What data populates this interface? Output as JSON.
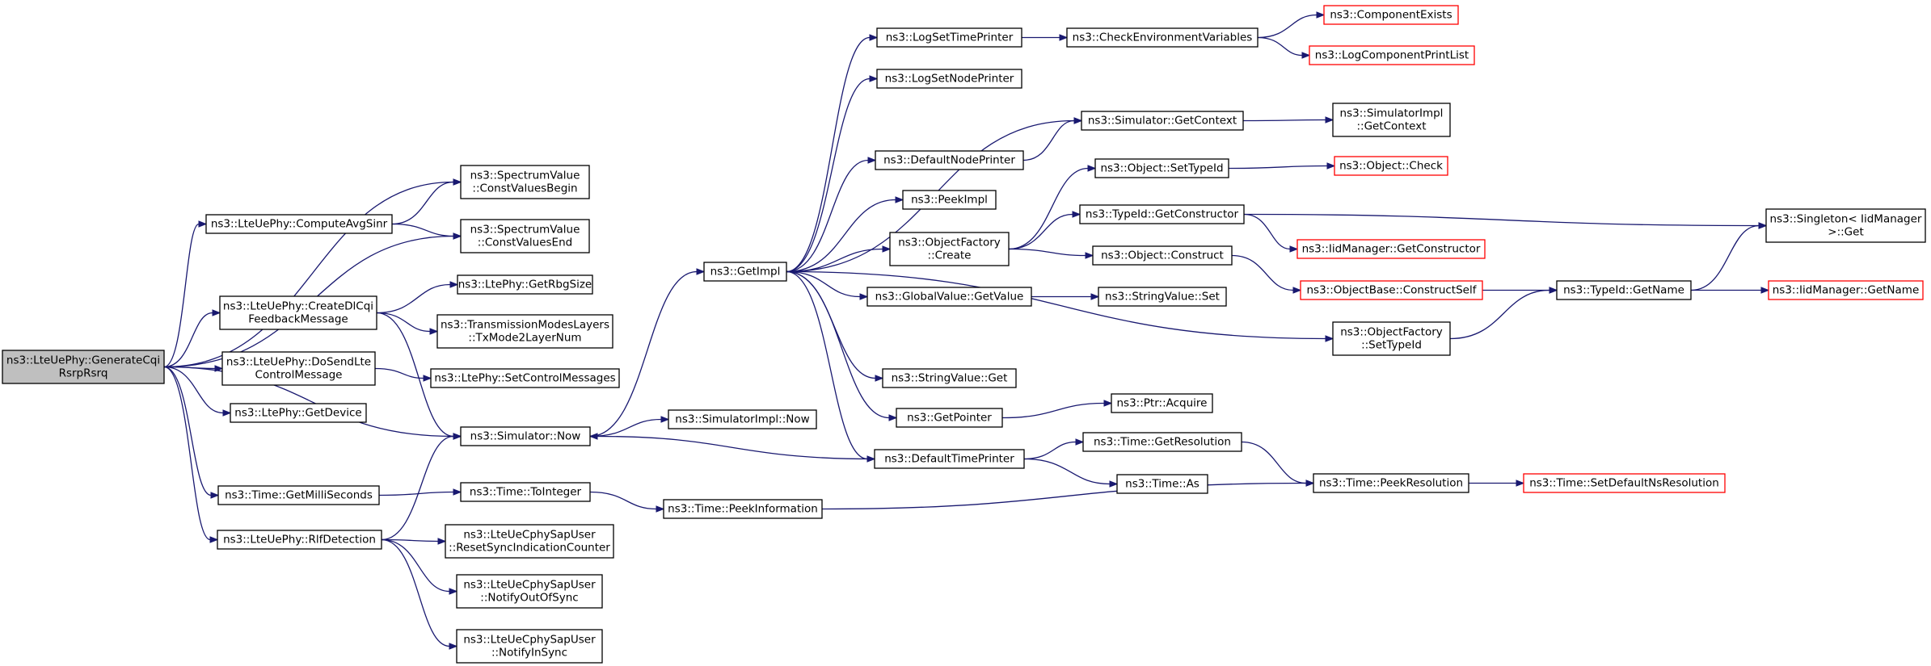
{
  "colors": {
    "edge": "#191970",
    "root_fill": "#bfbfbf",
    "node_border": "#000000",
    "truncated_border": "#ff0000",
    "background": "#ffffff"
  },
  "nodes": [
    {
      "id": "root",
      "lines": [
        "ns3::LteUePhy::GenerateCqi",
        "RsrpRsrq"
      ],
      "style": "root"
    },
    {
      "id": "sv_begin",
      "lines": [
        "ns3::SpectrumValue",
        "::ConstValuesBegin"
      ],
      "style": "normal"
    },
    {
      "id": "sv_end",
      "lines": [
        "ns3::SpectrumValue",
        "::ConstValuesEnd"
      ],
      "style": "normal"
    },
    {
      "id": "computeavgsinr",
      "lines": [
        "ns3::LteUePhy::ComputeAvgSinr"
      ],
      "style": "normal"
    },
    {
      "id": "createdlcqi",
      "lines": [
        "ns3::LteUePhy::CreateDlCqi",
        "FeedbackMessage"
      ],
      "style": "normal"
    },
    {
      "id": "getrbgsize",
      "lines": [
        "ns3::LtePhy::GetRbgSize"
      ],
      "style": "normal"
    },
    {
      "id": "txmode2layer",
      "lines": [
        "ns3::TransmissionModesLayers",
        "::TxMode2LayerNum"
      ],
      "style": "normal"
    },
    {
      "id": "dosendlte",
      "lines": [
        "ns3::LteUePhy::DoSendLte",
        "ControlMessage"
      ],
      "style": "normal"
    },
    {
      "id": "setcontrolmsgs",
      "lines": [
        "ns3::LtePhy::SetControlMessages"
      ],
      "style": "normal"
    },
    {
      "id": "getdevice",
      "lines": [
        "ns3::LtePhy::GetDevice"
      ],
      "style": "normal"
    },
    {
      "id": "simnow",
      "lines": [
        "ns3::Simulator::Now"
      ],
      "style": "normal"
    },
    {
      "id": "simimplnow",
      "lines": [
        "ns3::SimulatorImpl::Now"
      ],
      "style": "normal"
    },
    {
      "id": "getmillis",
      "lines": [
        "ns3::Time::GetMilliSeconds"
      ],
      "style": "normal"
    },
    {
      "id": "tointeger",
      "lines": [
        "ns3::Time::ToInteger"
      ],
      "style": "normal"
    },
    {
      "id": "peekinfo",
      "lines": [
        "ns3::Time::PeekInformation"
      ],
      "style": "normal"
    },
    {
      "id": "rlfdetection",
      "lines": [
        "ns3::LteUePhy::RlfDetection"
      ],
      "style": "normal"
    },
    {
      "id": "resetsync",
      "lines": [
        "ns3::LteUeCphySapUser",
        "::ResetSyncIndicationCounter"
      ],
      "style": "normal"
    },
    {
      "id": "notifyoutofsync",
      "lines": [
        "ns3::LteUeCphySapUser",
        "::NotifyOutOfSync"
      ],
      "style": "normal"
    },
    {
      "id": "notifyinsync",
      "lines": [
        "ns3::LteUeCphySapUser",
        "::NotifyInSync"
      ],
      "style": "normal"
    },
    {
      "id": "getimpl",
      "lines": [
        "ns3::GetImpl"
      ],
      "style": "normal"
    },
    {
      "id": "logsettimeprinter",
      "lines": [
        "ns3::LogSetTimePrinter"
      ],
      "style": "normal"
    },
    {
      "id": "checkenv",
      "lines": [
        "ns3::CheckEnvironmentVariables"
      ],
      "style": "normal"
    },
    {
      "id": "componentexists",
      "lines": [
        "ns3::ComponentExists"
      ],
      "style": "truncated"
    },
    {
      "id": "logcomponentprint",
      "lines": [
        "ns3::LogComponentPrintList"
      ],
      "style": "truncated"
    },
    {
      "id": "logsetnodeprinter",
      "lines": [
        "ns3::LogSetNodePrinter"
      ],
      "style": "normal"
    },
    {
      "id": "defaultnodeprinter",
      "lines": [
        "ns3::DefaultNodePrinter"
      ],
      "style": "normal"
    },
    {
      "id": "getcontext",
      "lines": [
        "ns3::Simulator::GetContext"
      ],
      "style": "normal"
    },
    {
      "id": "simimplgetcontext",
      "lines": [
        "ns3::SimulatorImpl",
        "::GetContext"
      ],
      "style": "normal"
    },
    {
      "id": "peekimpl",
      "lines": [
        "ns3::PeekImpl"
      ],
      "style": "normal"
    },
    {
      "id": "objfactorycreate",
      "lines": [
        "ns3::ObjectFactory",
        "::Create"
      ],
      "style": "normal"
    },
    {
      "id": "settypeid",
      "lines": [
        "ns3::Object::SetTypeId"
      ],
      "style": "normal"
    },
    {
      "id": "objectcheck",
      "lines": [
        "ns3::Object::Check"
      ],
      "style": "truncated"
    },
    {
      "id": "getconstructor",
      "lines": [
        "ns3::TypeId::GetConstructor"
      ],
      "style": "normal"
    },
    {
      "id": "singletonget",
      "lines": [
        "ns3::Singleton< IidManager",
        " >::Get"
      ],
      "style": "normal"
    },
    {
      "id": "iidgetconstructor",
      "lines": [
        "ns3::IidManager::GetConstructor"
      ],
      "style": "truncated"
    },
    {
      "id": "objconstruct",
      "lines": [
        "ns3::Object::Construct"
      ],
      "style": "normal"
    },
    {
      "id": "constructself",
      "lines": [
        "ns3::ObjectBase::ConstructSelf"
      ],
      "style": "truncated"
    },
    {
      "id": "typeidgetname",
      "lines": [
        "ns3::TypeId::GetName"
      ],
      "style": "normal"
    },
    {
      "id": "iidgetname",
      "lines": [
        "ns3::IidManager::GetName"
      ],
      "style": "truncated"
    },
    {
      "id": "globalvalueget",
      "lines": [
        "ns3::GlobalValue::GetValue"
      ],
      "style": "normal"
    },
    {
      "id": "stringvalueset",
      "lines": [
        "ns3::StringValue::Set"
      ],
      "style": "normal"
    },
    {
      "id": "objfactorysettypeid",
      "lines": [
        "ns3::ObjectFactory",
        "::SetTypeId"
      ],
      "style": "normal"
    },
    {
      "id": "stringvalueget",
      "lines": [
        "ns3::StringValue::Get"
      ],
      "style": "normal"
    },
    {
      "id": "getpointer",
      "lines": [
        "ns3::GetPointer"
      ],
      "style": "normal"
    },
    {
      "id": "ptracquire",
      "lines": [
        "ns3::Ptr::Acquire"
      ],
      "style": "normal"
    },
    {
      "id": "defaulttimeprinter",
      "lines": [
        "ns3::DefaultTimePrinter"
      ],
      "style": "normal"
    },
    {
      "id": "getresolution",
      "lines": [
        "ns3::Time::GetResolution"
      ],
      "style": "normal"
    },
    {
      "id": "timeas",
      "lines": [
        "ns3::Time::As"
      ],
      "style": "normal"
    },
    {
      "id": "peekresolution",
      "lines": [
        "ns3::Time::PeekResolution"
      ],
      "style": "normal"
    },
    {
      "id": "setdefaultns",
      "lines": [
        "ns3::Time::SetDefaultNsResolution"
      ],
      "style": "truncated"
    }
  ],
  "edges": [
    [
      "root",
      "sv_begin"
    ],
    [
      "root",
      "computeavgsinr"
    ],
    [
      "root",
      "sv_end"
    ],
    [
      "root",
      "createdlcqi"
    ],
    [
      "root",
      "dosendlte"
    ],
    [
      "root",
      "getdevice"
    ],
    [
      "root",
      "simnow"
    ],
    [
      "root",
      "getmillis"
    ],
    [
      "root",
      "rlfdetection"
    ],
    [
      "computeavgsinr",
      "sv_begin"
    ],
    [
      "computeavgsinr",
      "sv_end"
    ],
    [
      "createdlcqi",
      "getrbgsize"
    ],
    [
      "createdlcqi",
      "txmode2layer"
    ],
    [
      "createdlcqi",
      "simnow"
    ],
    [
      "dosendlte",
      "setcontrolmsgs"
    ],
    [
      "getmillis",
      "tointeger"
    ],
    [
      "tointeger",
      "peekinfo"
    ],
    [
      "peekinfo",
      "peekresolution"
    ],
    [
      "rlfdetection",
      "simnow"
    ],
    [
      "rlfdetection",
      "resetsync"
    ],
    [
      "rlfdetection",
      "notifyoutofsync"
    ],
    [
      "rlfdetection",
      "notifyinsync"
    ],
    [
      "simnow",
      "getimpl"
    ],
    [
      "simnow",
      "simimplnow"
    ],
    [
      "getimpl",
      "logsettimeprinter"
    ],
    [
      "getimpl",
      "logsetnodeprinter"
    ],
    [
      "getimpl",
      "getcontext"
    ],
    [
      "getimpl",
      "defaultnodeprinter"
    ],
    [
      "getimpl",
      "peekimpl"
    ],
    [
      "getimpl",
      "objfactorycreate"
    ],
    [
      "getimpl",
      "globalvalueget"
    ],
    [
      "getimpl",
      "objfactorysettypeid"
    ],
    [
      "getimpl",
      "stringvalueget"
    ],
    [
      "getimpl",
      "getpointer"
    ],
    [
      "getimpl",
      "defaulttimeprinter"
    ],
    [
      "logsettimeprinter",
      "checkenv"
    ],
    [
      "checkenv",
      "componentexists"
    ],
    [
      "checkenv",
      "logcomponentprint"
    ],
    [
      "defaultnodeprinter",
      "getcontext"
    ],
    [
      "getcontext",
      "simimplgetcontext"
    ],
    [
      "objfactorycreate",
      "settypeid"
    ],
    [
      "objfactorycreate",
      "getconstructor"
    ],
    [
      "objfactorycreate",
      "objconstruct"
    ],
    [
      "settypeid",
      "objectcheck"
    ],
    [
      "getconstructor",
      "singletonget"
    ],
    [
      "getconstructor",
      "iidgetconstructor"
    ],
    [
      "objconstruct",
      "constructself"
    ],
    [
      "constructself",
      "typeidgetname"
    ],
    [
      "typeidgetname",
      "singletonget"
    ],
    [
      "typeidgetname",
      "iidgetname"
    ],
    [
      "globalvalueget",
      "stringvalueset"
    ],
    [
      "objfactorysettypeid",
      "typeidgetname"
    ],
    [
      "getpointer",
      "ptracquire"
    ],
    [
      "defaulttimeprinter",
      "simnow"
    ],
    [
      "defaulttimeprinter",
      "getresolution"
    ],
    [
      "defaulttimeprinter",
      "timeas"
    ],
    [
      "getresolution",
      "peekresolution"
    ],
    [
      "peekresolution",
      "setdefaultns"
    ]
  ]
}
